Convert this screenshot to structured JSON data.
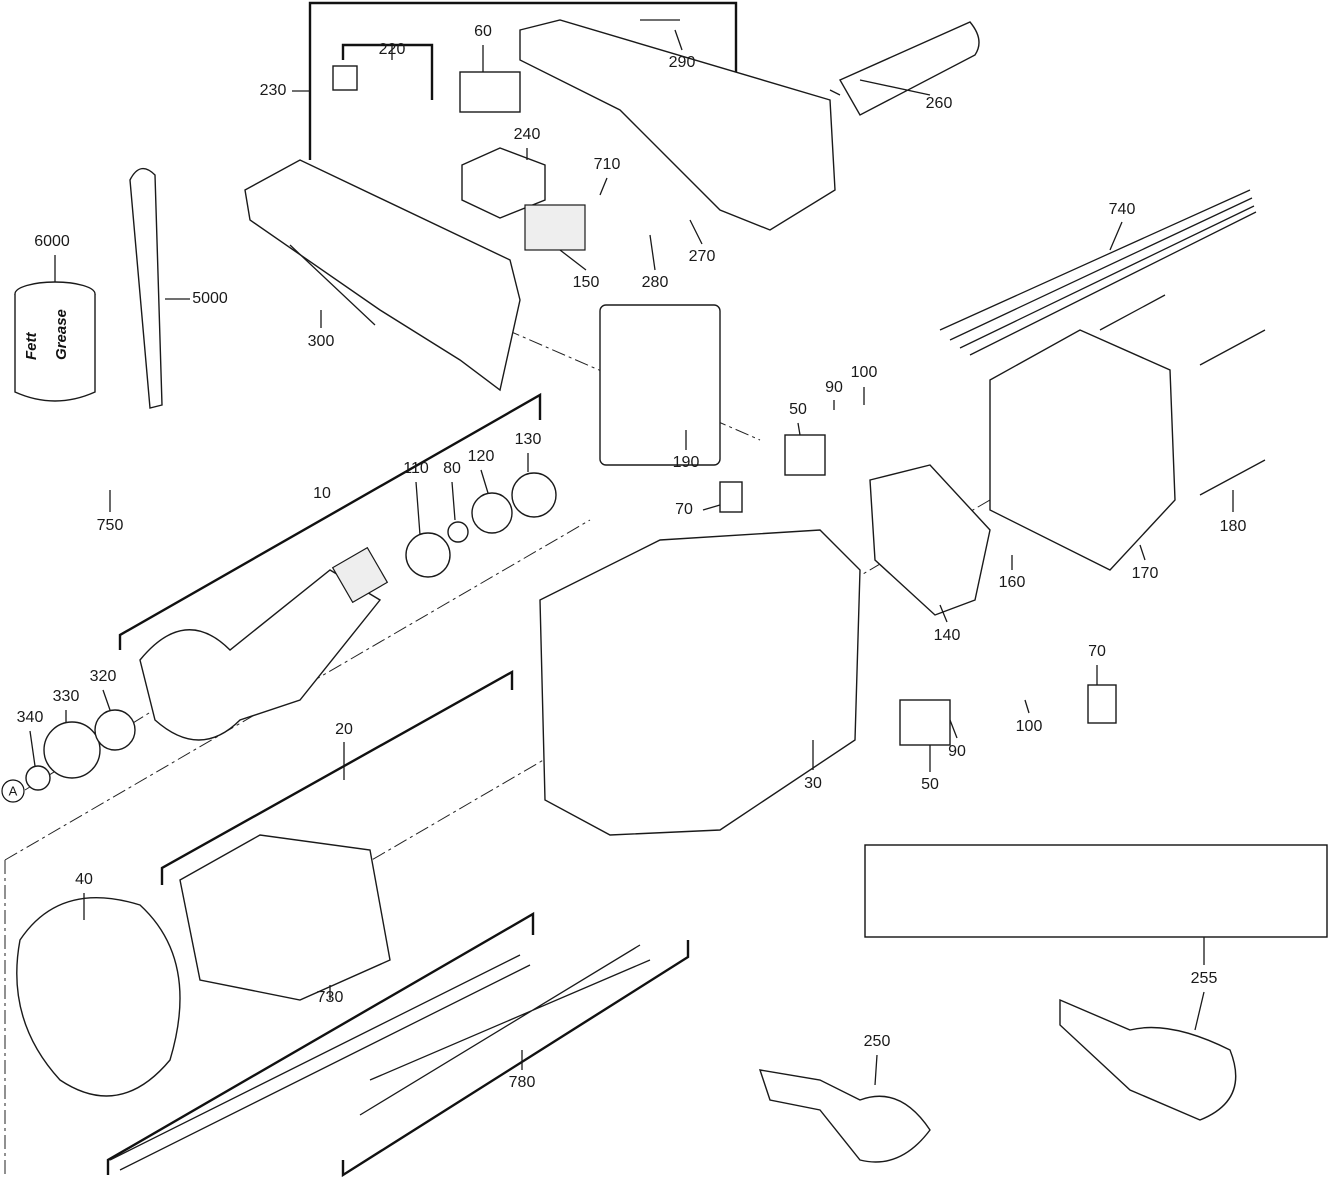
{
  "labels": {
    "p230": "230",
    "p220": "220",
    "p60": "60",
    "p290": "290",
    "p260": "260",
    "p240": "240",
    "p710": "710",
    "p150": "150",
    "p280": "280",
    "p270": "270",
    "p740": "740",
    "p6000": "6000",
    "p5000": "5000",
    "p300": "300",
    "p100a": "100",
    "p90a": "90",
    "p50a": "50",
    "p130": "130",
    "p10": "10",
    "p110": "110",
    "p80": "80",
    "p120": "120",
    "p750": "750",
    "p70a": "70",
    "p190": "190",
    "p180": "180",
    "p170": "170",
    "p160": "160",
    "p140": "140",
    "p320": "320",
    "p330": "330",
    "p340": "340",
    "p20": "20",
    "pA": "A",
    "p70b": "70",
    "p100b": "100",
    "p90b": "90",
    "p50b": "50",
    "p30": "30",
    "p40": "40",
    "p730": "730",
    "p780": "780",
    "p250": "250",
    "p255": "255"
  },
  "grease_can": {
    "line1": "Fett",
    "line2": "Grease"
  }
}
